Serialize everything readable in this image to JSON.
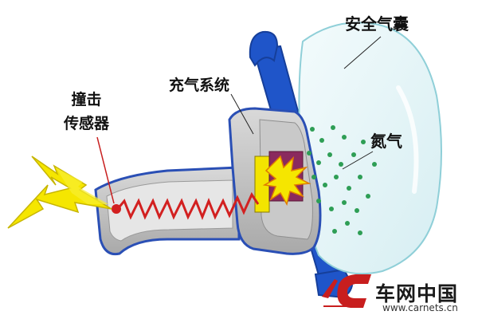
{
  "labels": {
    "airbag": "安全气囊",
    "inflator": "充气系统",
    "sensor_line1": "撞击",
    "sensor_line2": "传感器",
    "nitrogen": "氮气"
  },
  "watermark": {
    "name": "车网中国",
    "url": "www.carnets.cn"
  },
  "icons": [
    "carnets-logo-icon",
    "lightning-bolt-icon",
    "explosion-icon"
  ],
  "colors": {
    "steering": "#1f55c9",
    "housing": "#bfbfbf",
    "housing_outline": "#2a4fb5",
    "airbag_fill": "#e4f5f7",
    "airbag_edge": "#8fcfd8",
    "gas_dots": "#2e9e55",
    "lightning": "#f5e600",
    "spark_wire": "#d22020",
    "logo_red": "#c81e1e"
  }
}
